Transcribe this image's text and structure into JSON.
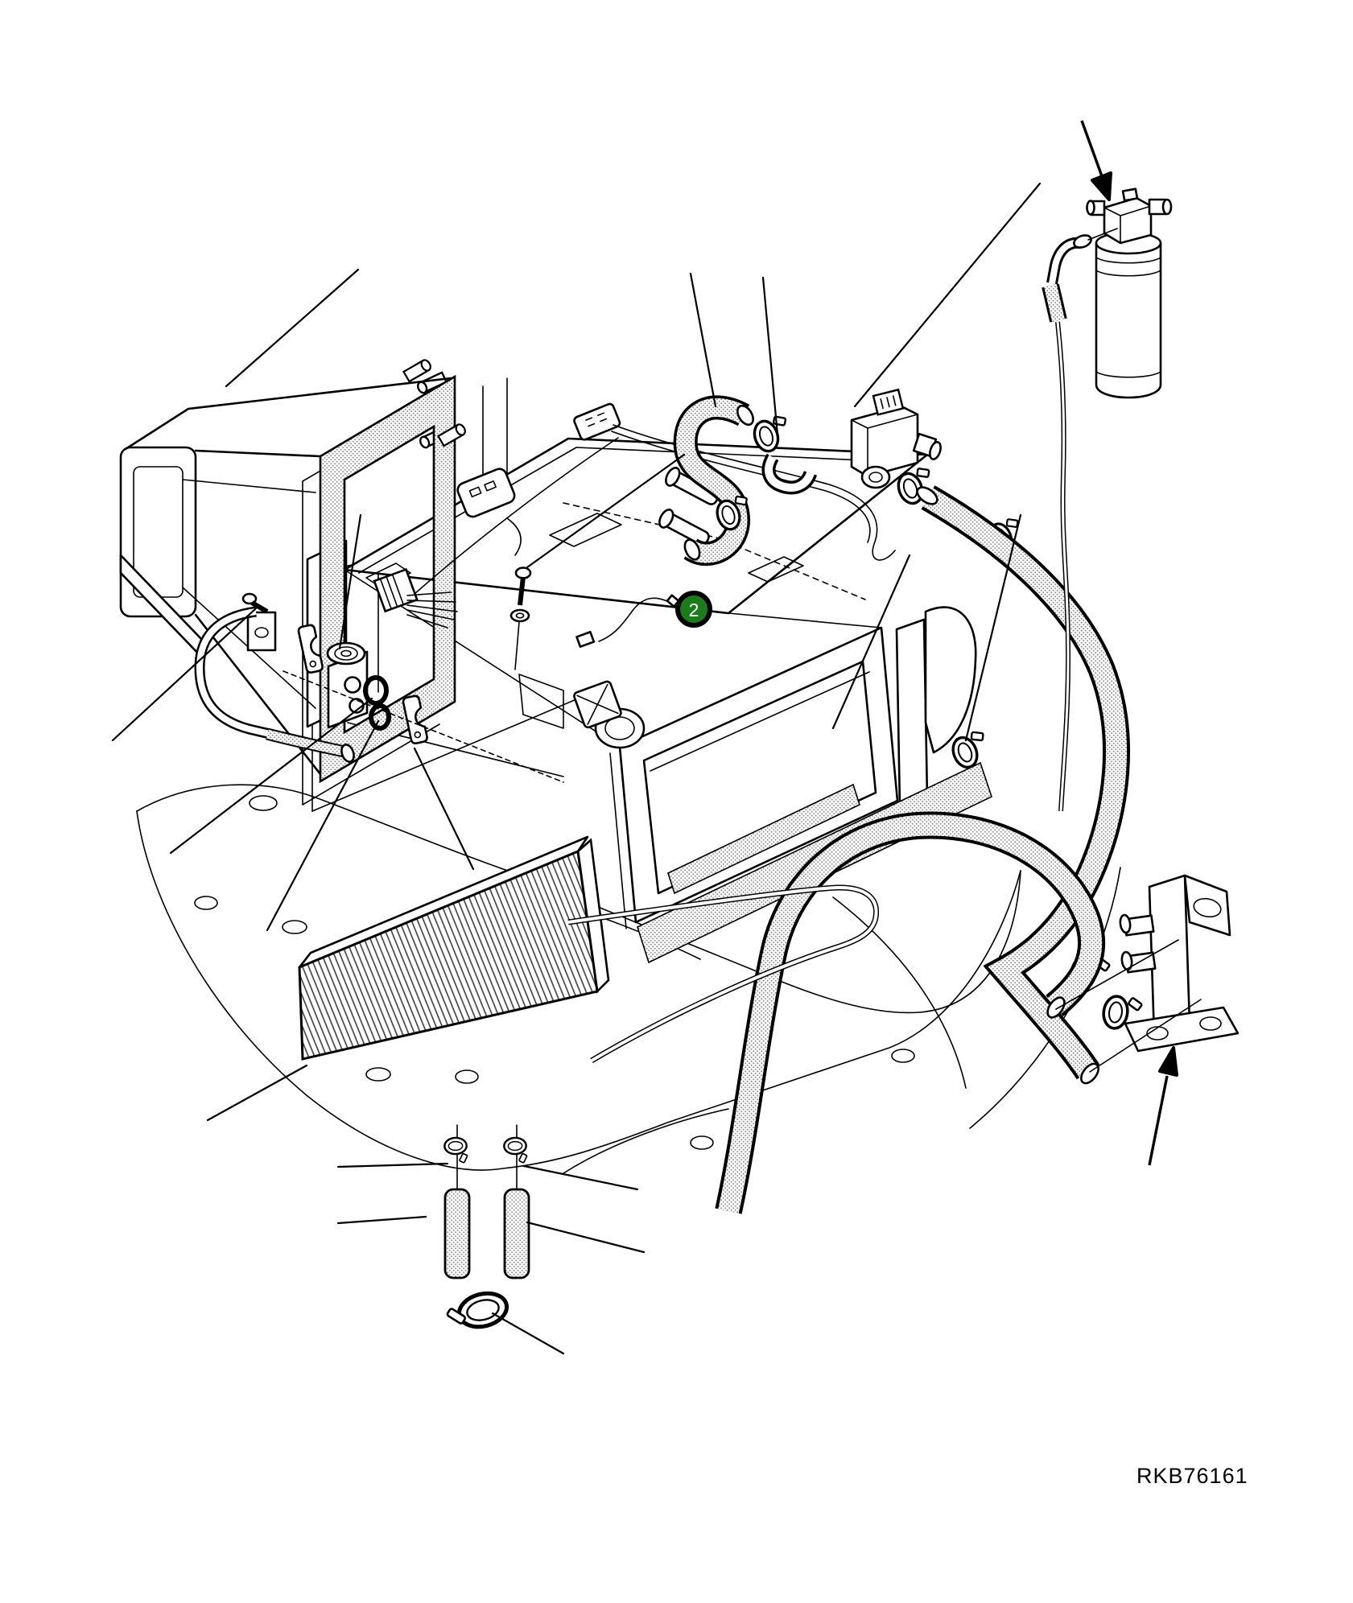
{
  "figure": {
    "code": "RKB76161"
  },
  "callout": {
    "label": "2",
    "fill": "#1c7c1c",
    "text_color": "#ffffff",
    "border_color": "#000000"
  },
  "diagram": {
    "background": "#ffffff",
    "line_color": "#000000",
    "halftone_color": "#8f8f8f",
    "arrows": [
      {
        "name": "pointer-arrow-receiver-drier",
        "direction": "down-right"
      },
      {
        "name": "pointer-arrow-mounting-bracket",
        "direction": "up-right"
      }
    ],
    "parts": [
      "air-duct",
      "duct-gasket-seal",
      "duct-mounting-studs",
      "hvac-unit-housing",
      "hvac-unit-top-cover",
      "front-bezel-frame",
      "wiring-harness",
      "harness-connector",
      "relay-connector",
      "splay-wire-connector",
      "bolt",
      "washer",
      "thermistor-wire",
      "expansion-valve",
      "o-rings",
      "pipe-clamp-plates",
      "refrigerant-pipe",
      "heater-core-pipes",
      "s-shaped-heater-hose",
      "hose-clamps",
      "water-shutoff-valve",
      "blower-motor",
      "air-filter",
      "cab-floor-panel",
      "receiver-drier",
      "drier-outlet-hose",
      "heater-hose-upper",
      "heater-hose-lower",
      "mounting-bracket",
      "drain-tubes",
      "drain-clips",
      "drain-hose-ring-clamp",
      "drain-metal-pipe"
    ]
  }
}
